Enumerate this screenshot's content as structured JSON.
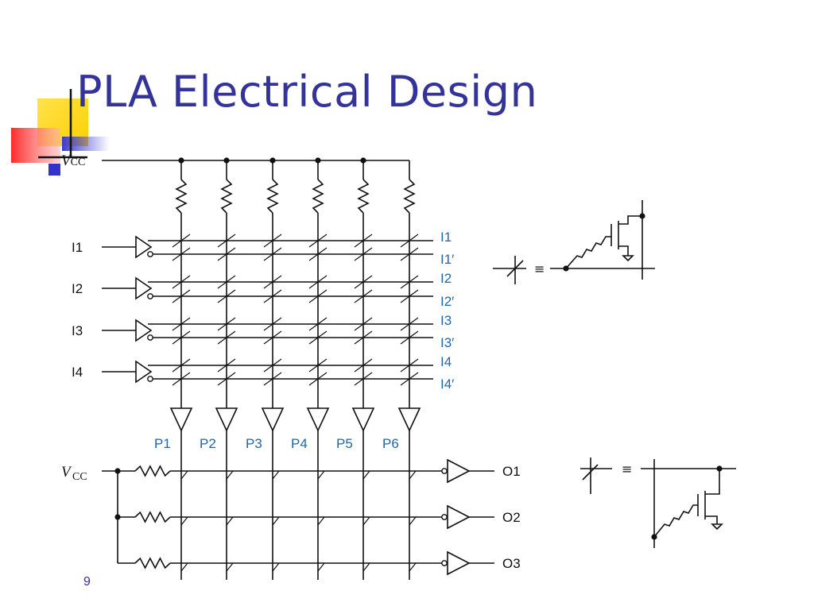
{
  "slide": {
    "title": "PLA Electrical Design",
    "number": "9"
  },
  "colors": {
    "title": "#333399",
    "signal_label": "#2266aa",
    "deco_yellow": "#ffd500",
    "deco_red": "#ff3333",
    "deco_blue": "#3333cc"
  },
  "diagram": {
    "vcc_label": "V",
    "vcc_subscript": "CC",
    "inputs": [
      "I1",
      "I2",
      "I3",
      "I4"
    ],
    "input_lines": [
      "I1",
      "I1′",
      "I2",
      "I2′",
      "I3",
      "I3′",
      "I4",
      "I4′"
    ],
    "product_terms": [
      "P1",
      "P2",
      "P3",
      "P4",
      "P5",
      "P6"
    ],
    "outputs": [
      "O1",
      "O2",
      "O3"
    ],
    "equivalence_symbol": "≡"
  }
}
